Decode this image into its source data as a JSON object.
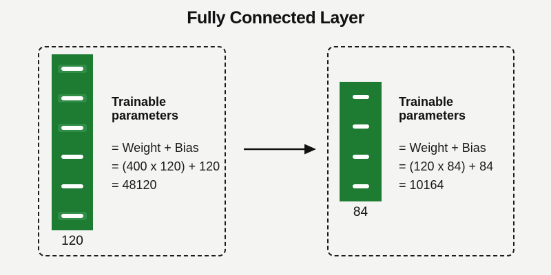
{
  "title": "Fully Connected Layer",
  "colors": {
    "background": "#f4f4f3",
    "bar_green": "#1e7b32",
    "dash_frame_green": "#2f8d45",
    "dash_white": "#ffffff",
    "arrow_black": "#111111",
    "text": "#151515"
  },
  "arrow": {
    "direction": "right"
  },
  "layers": [
    {
      "label": "120",
      "neuron_count": 6,
      "neurons_framed": [
        true,
        true,
        true,
        false,
        false,
        true
      ],
      "heading": "Trainable parameters",
      "equations": [
        "= Weight + Bias",
        "= (400 x 120) + 120",
        "= 48120"
      ]
    },
    {
      "label": "84",
      "neuron_count": 4,
      "neurons_framed": [
        false,
        false,
        false,
        false
      ],
      "heading": "Trainable parameters",
      "equations": [
        "= Weight + Bias",
        "= (120 x 84) + 84",
        "= 10164"
      ]
    }
  ]
}
